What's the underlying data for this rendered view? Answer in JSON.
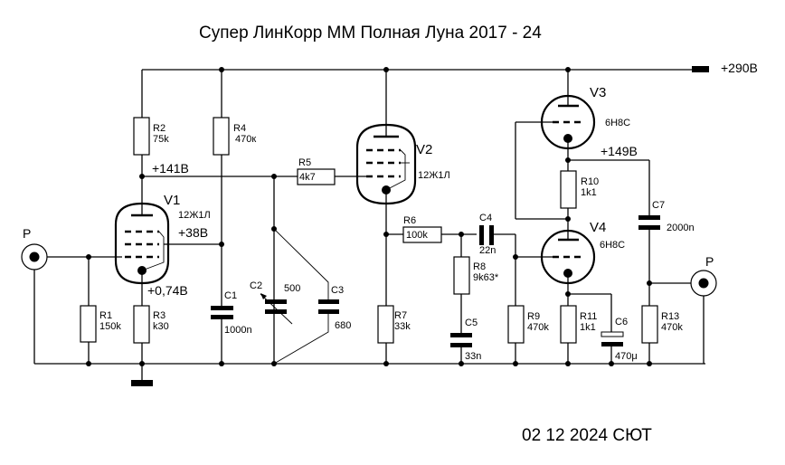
{
  "title": "Супер ЛинКорр ММ Полная Луна 2017 - 24",
  "footer": "02 12 2024 СЮТ",
  "supply": {
    "label": "+290В"
  },
  "voltages": {
    "v1_anode": "+141В",
    "v1_screen": "+38В",
    "v1_cathode": "+0,74В",
    "v3_cathode": "+149В"
  },
  "connectors": {
    "input": "P",
    "output": "P"
  },
  "tubes": [
    {
      "ref": "V1",
      "type": "12Ж1Л"
    },
    {
      "ref": "V2",
      "type": "12Ж1Л"
    },
    {
      "ref": "V3",
      "type": "6Н8С"
    },
    {
      "ref": "V4",
      "type": "6Н8С"
    }
  ],
  "resistors": [
    {
      "ref": "R1",
      "value": "150k"
    },
    {
      "ref": "R2",
      "value": "75k"
    },
    {
      "ref": "R3",
      "value": "k30"
    },
    {
      "ref": "R4",
      "value": "470к"
    },
    {
      "ref": "R5",
      "value": "4k7"
    },
    {
      "ref": "R6",
      "value": "100k"
    },
    {
      "ref": "R7",
      "value": "33k"
    },
    {
      "ref": "R8",
      "value": "9k63*"
    },
    {
      "ref": "R9",
      "value": "470k"
    },
    {
      "ref": "R10",
      "value": "1k1"
    },
    {
      "ref": "R11",
      "value": "1k1"
    },
    {
      "ref": "R13",
      "value": "470k"
    }
  ],
  "capacitors": [
    {
      "ref": "C1",
      "value": "1000n"
    },
    {
      "ref": "C2",
      "value": "500"
    },
    {
      "ref": "C3",
      "value": "680"
    },
    {
      "ref": "C4",
      "value": "22n"
    },
    {
      "ref": "C5",
      "value": "33n"
    },
    {
      "ref": "C6",
      "value": "470μ"
    },
    {
      "ref": "C7",
      "value": "2000n"
    }
  ]
}
